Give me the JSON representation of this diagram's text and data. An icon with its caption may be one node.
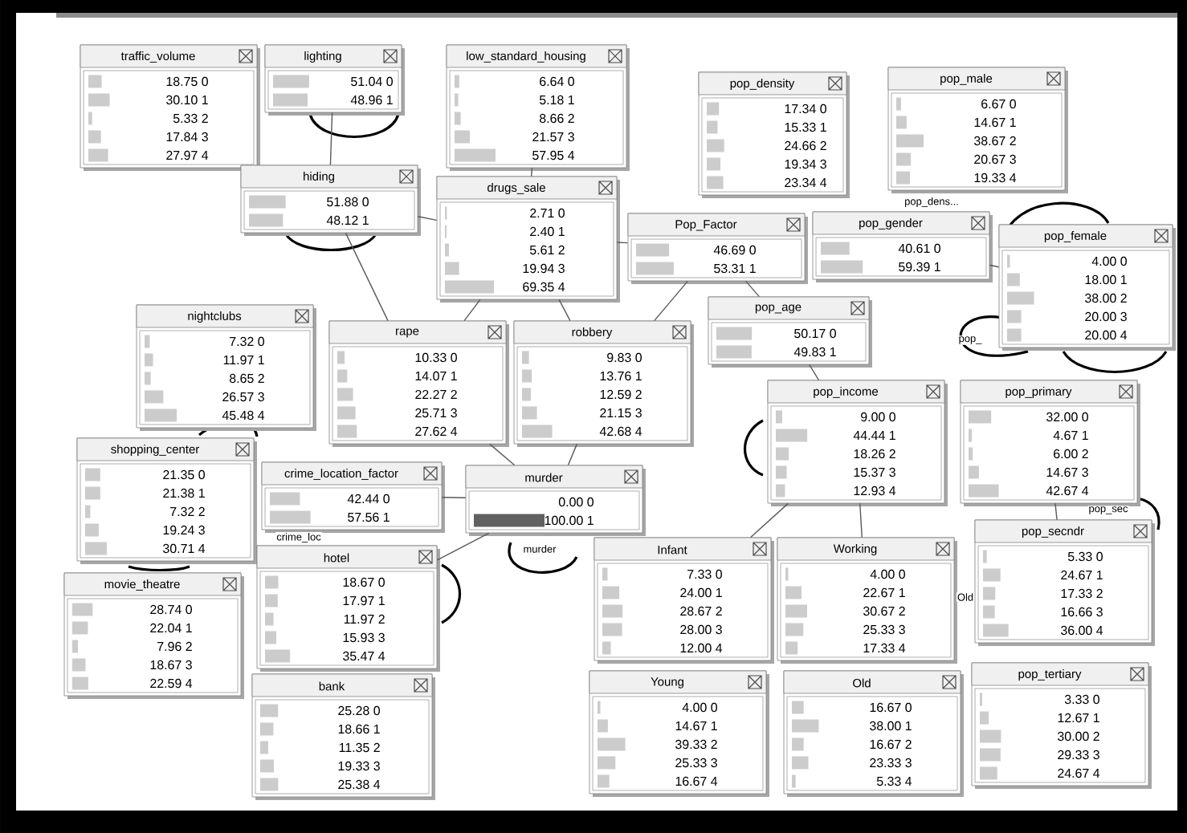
{
  "diagram": {
    "nodes": [
      {
        "text": [
          "traffic_volume",
          "18.75 0",
          "30.10 1",
          "5.33 2",
          "17.84 3",
          "27.97 4"
        ]
      },
      {
        "text": [
          "lighting",
          "51.04 0",
          "48.96 1"
        ]
      },
      {
        "text": [
          "low_standard_housing",
          "6.64 0",
          "5.18 1",
          "8.66 2",
          "21.57 3",
          "57.95 4"
        ]
      },
      {
        "text": [
          "pop_density",
          "17.34 0",
          "15.33 1",
          "24.66 2",
          "19.34 3",
          "23.34 4"
        ]
      },
      {
        "text": [
          "pop_male",
          "6.67 0",
          "14.67 1",
          "38.67 2",
          "20.67 3",
          "19.33 4"
        ]
      },
      {
        "text": [
          "hiding",
          "51.88 0",
          "48.12 1"
        ]
      },
      {
        "text": [
          "drugs_sale",
          "2.71 0",
          "2.40 1",
          "5.61 2",
          "19.94 3",
          "69.35 4"
        ]
      },
      {
        "text": [
          "Pop_Factor",
          "46.69 0",
          "53.31 1"
        ]
      },
      {
        "text": [
          "pop_gender",
          "40.61 0",
          "59.39 1"
        ]
      },
      {
        "text": [
          "pop_female",
          "4.00 0",
          "18.00 1",
          "38.00 2",
          "20.00 3",
          "20.00 4"
        ]
      },
      {
        "text": [
          "nightclubs",
          "7.32 0",
          "11.97 1",
          "8.65 2",
          "26.57 3",
          "45.48 4"
        ]
      },
      {
        "text": [
          "rape",
          "10.33 0",
          "14.07 1",
          "22.27 2",
          "25.71 3",
          "27.62 4"
        ]
      },
      {
        "text": [
          "robbery",
          "9.83 0",
          "13.76 1",
          "12.59 2",
          "21.15 3",
          "42.68 4"
        ]
      },
      {
        "text": [
          "pop_age",
          "50.17 0",
          "49.83 1"
        ]
      },
      {
        "text": [
          "pop_income",
          "9.00 0",
          "44.44 1",
          "18.26 2",
          "15.37 3",
          "12.93 4"
        ]
      },
      {
        "text": [
          "pop_primary",
          "32.00 0",
          "4.67 1",
          "6.00 2",
          "14.67 3",
          "42.67 4"
        ]
      },
      {
        "text": [
          "shopping_center",
          "21.35 0",
          "21.38 1",
          "7.32 2",
          "19.24 3",
          "30.71 4"
        ]
      },
      {
        "text": [
          "crime_location_factor",
          "42.44 0",
          "57.56 1"
        ]
      },
      {
        "text": [
          "murder",
          "0.00 0",
          "100.00 1"
        ]
      },
      {
        "text": [
          "pop_secndr",
          "5.33 0",
          "24.67 1",
          "17.33 2",
          "16.66 3",
          "36.00 4"
        ]
      },
      {
        "text": [
          "movie_theatre",
          "28.74 0",
          "22.04 1",
          "7.96 2",
          "18.67 3",
          "22.59 4"
        ]
      },
      {
        "text": [
          "hotel",
          "18.67 0",
          "17.97 1",
          "11.97 2",
          "15.93 3",
          "35.47 4"
        ]
      },
      {
        "text": [
          "Infant",
          "7.33 0",
          "24.00 1",
          "28.67 2",
          "28.00 3",
          "12.00 4"
        ]
      },
      {
        "text": [
          "Working",
          "4.00 0",
          "22.67 1",
          "30.67 2",
          "25.33 3",
          "17.33 4"
        ]
      },
      {
        "text": [
          "bank",
          "25.28 0",
          "18.66 1",
          "11.35 2",
          "19.33 3",
          "25.38 4"
        ]
      },
      {
        "text": [
          "Young",
          "4.00 0",
          "14.67 1",
          "39.33 2",
          "25.33 3",
          "16.67 4"
        ]
      },
      {
        "text": [
          "Old",
          "16.67 0",
          "38.00 1",
          "16.67 2",
          "23.33 3",
          "5.33 4"
        ]
      },
      {
        "text": [
          "pop_tertiary",
          "3.33 0",
          "12.67 1",
          "30.00 2",
          "29.33 3",
          "24.67 4"
        ]
      }
    ],
    "edges": [
      {
        "from": 1,
        "to": 5,
        "arrow": "none"
      },
      {
        "from": 5,
        "to": 11,
        "arrow": "none"
      },
      {
        "from": 5,
        "to": 6,
        "arrow": "none"
      },
      {
        "from": 2,
        "to": 6,
        "arrow": "none"
      },
      {
        "from": 6,
        "to": 7,
        "arrow": "none"
      },
      {
        "from": 6,
        "to": 11,
        "arrow": "none"
      },
      {
        "from": 6,
        "to": 12,
        "arrow": "none"
      },
      {
        "from": 7,
        "to": 12,
        "arrow": "none"
      },
      {
        "from": 7,
        "to": 13,
        "arrow": "none"
      },
      {
        "from": 8,
        "to": 9,
        "arrow": "none"
      },
      {
        "from": 13,
        "to": 14,
        "arrow": "none"
      },
      {
        "from": 14,
        "to": 22,
        "arrow": "none"
      },
      {
        "from": 14,
        "to": 23,
        "arrow": "none"
      },
      {
        "from": 15,
        "to": 19,
        "arrow": "none"
      },
      {
        "from": 11,
        "to": 18,
        "arrow": "none"
      },
      {
        "from": 12,
        "to": 18,
        "arrow": "none"
      },
      {
        "from": 17,
        "to": 18,
        "arrow": "none"
      },
      {
        "from": 21,
        "to": 18,
        "arrow": "none"
      }
    ],
    "labels": [
      "pop_dens...",
      "pop_",
      "crime_loc",
      "murder",
      "pop_sec",
      "Old"
    ]
  }
}
